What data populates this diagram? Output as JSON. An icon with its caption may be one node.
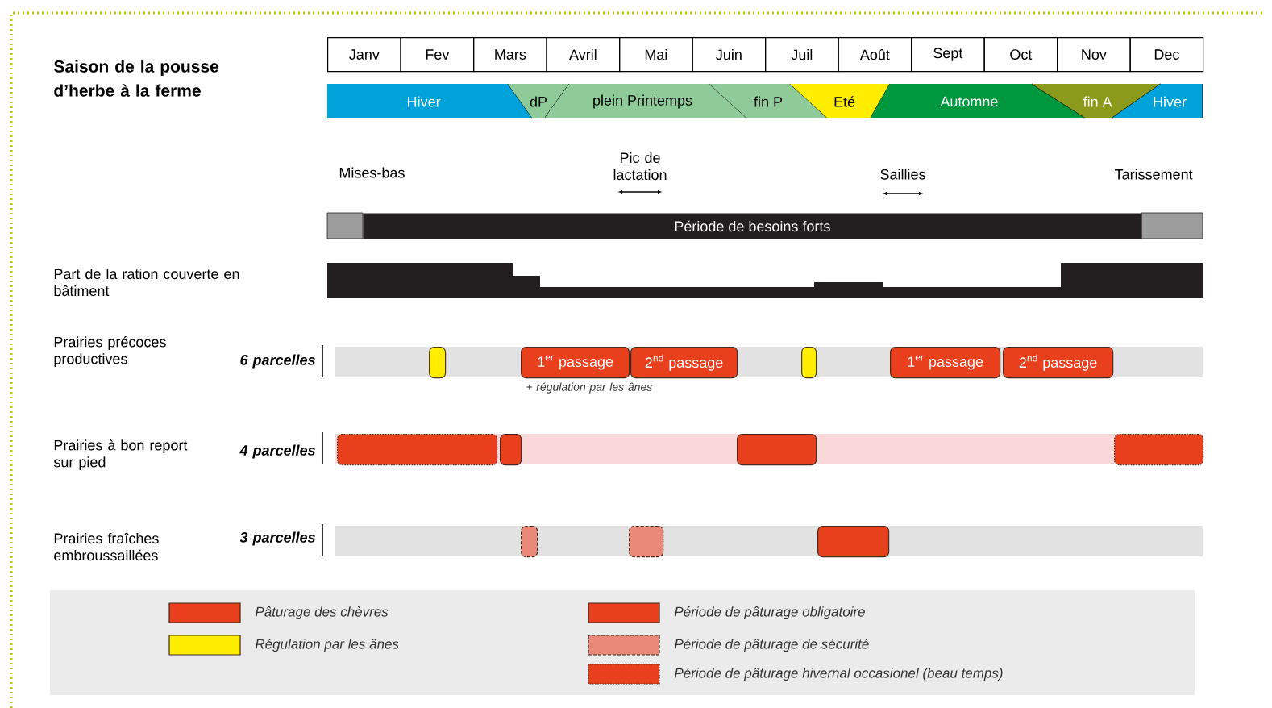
{
  "diagram": {
    "title": "Saison de la pousse d’herbe à la ferme",
    "nodes": [
      {
        "text": [
          "Janv"
        ]
      },
      {
        "text": [
          "Fev"
        ]
      },
      {
        "text": [
          "Mars"
        ]
      },
      {
        "text": [
          "Avril"
        ]
      },
      {
        "text": [
          "Mai"
        ]
      },
      {
        "text": [
          "Juin"
        ]
      },
      {
        "text": [
          "Juil"
        ]
      },
      {
        "text": [
          "Août"
        ]
      },
      {
        "text": [
          "Sept"
        ]
      },
      {
        "text": [
          "Oct"
        ]
      },
      {
        "text": [
          "Nov"
        ]
      },
      {
        "text": [
          "Dec"
        ]
      },
      {
        "text": [
          "Hiver"
        ]
      },
      {
        "text": [
          "dP"
        ]
      },
      {
        "text": [
          "plein Printemps"
        ]
      },
      {
        "text": [
          "fin P"
        ]
      },
      {
        "text": [
          "Eté"
        ]
      },
      {
        "text": [
          "Automne"
        ]
      },
      {
        "text": [
          "fin A"
        ]
      },
      {
        "text": [
          "Hiver"
        ]
      },
      {
        "text": [
          "Période de besoins forts"
        ]
      },
      {
        "text": [],
        "shape": "bar"
      },
      {
        "text": [
          "1$^{er}$ passage"
        ],
        "beside": [
          "+ régulation par les ânes"
        ]
      },
      {
        "text": [
          "2$^{nd}$ passage"
        ]
      },
      {
        "text": [],
        "shape": "bar"
      },
      {
        "text": [
          "1$^{er}$ passage"
        ]
      },
      {
        "text": [
          "2$^{nd}$ passage"
        ]
      },
      {
        "text": [],
        "shape": "bar"
      },
      {
        "text": [],
        "shape": "bar"
      },
      {
        "text": [],
        "shape": "bar"
      },
      {
        "text": [],
        "shape": "bar"
      },
      {
        "text": [],
        "shape": "bar"
      },
      {
        "text": [],
        "shape": "bar"
      },
      {
        "text": [],
        "shape": "bar"
      }
    ],
    "edges": [],
    "labels": [
      "Mises-bas",
      "Pic de lactation",
      "Saillies",
      "Tarissement",
      "Part de la ration couverte en bâtiment",
      "Prairies précoces productives",
      "6 parcelles",
      "Prairies à bon report sur pied",
      "4 parcelles",
      "Prairies fraîches embroussaillées",
      "3 parcelles"
    ],
    "legend": [
      {
        "text": "Pâturage des chèvres",
        "color": "#e8401c"
      },
      {
        "text": "Régulation par les ânes",
        "color": "#ffed00"
      },
      {
        "text": "Période de pâturage obligatoire",
        "color": "#e8401c"
      },
      {
        "text": "Période de pâturage de sécurité",
        "color": "#e8897a"
      },
      {
        "text": "Période de pâturage hivernal occasionel (beau temps)",
        "color": "#e8401c"
      }
    ]
  }
}
